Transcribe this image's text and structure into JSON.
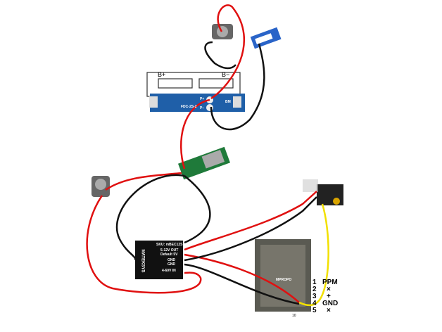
{
  "bms_board": {
    "b_plus": "B+",
    "b_minus": "B−",
    "label": "FDC-2S-2",
    "p_plus": "P+",
    "p_minus": "P−",
    "bm": "BM"
  },
  "bec": {
    "brand": "MATEKSYS",
    "sku": "SKU: mBEC12S",
    "out": "5-12V OUT",
    "default": "Default 5V",
    "gnd1": "GND",
    "gnd2": "GND",
    "in": "4-60V IN"
  },
  "receiver": {
    "brand": "MPROPO",
    "footer": "10"
  },
  "pinout": [
    {
      "num": "1",
      "sig": "PPM"
    },
    {
      "num": "2",
      "sig": "×"
    },
    {
      "num": "3",
      "sig": "+"
    },
    {
      "num": "4",
      "sig": "GND"
    },
    {
      "num": "5",
      "sig": "×"
    }
  ],
  "colors": {
    "red": "#e01010",
    "black": "#111111",
    "yellow": "#f2e000",
    "pcb_blue": "#1f5fa8",
    "pcb_green": "#1f7a3a"
  }
}
